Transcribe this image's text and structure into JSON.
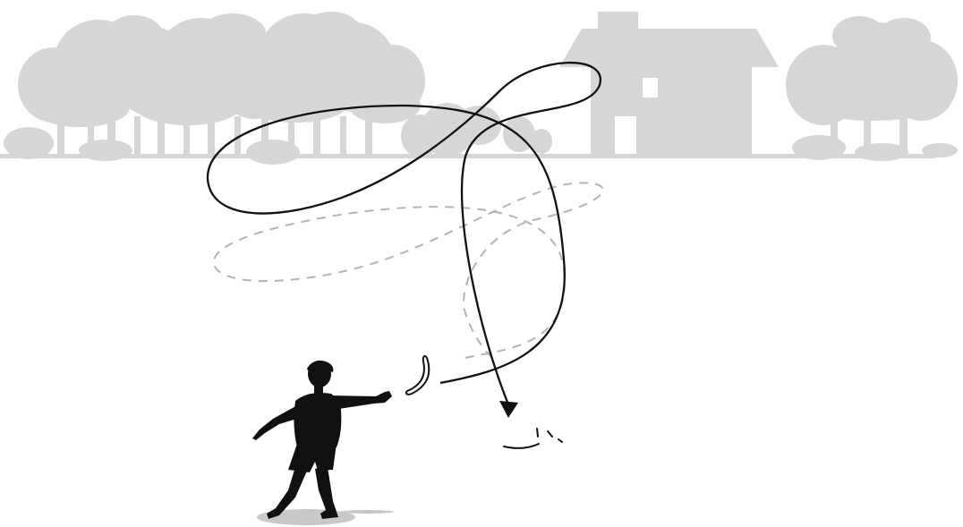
{
  "scene": {
    "subject": "boomerang-throw-illustration",
    "background_color": "#ffffff",
    "silhouette_color": "#d6d6d6",
    "ink_color": "#111111",
    "ground_shadow_color": "#c8c8c8",
    "dashed_path_color": "#b3b3b3",
    "icons": [
      "tree-silhouette",
      "house-silhouette",
      "boy-silhouette",
      "boomerang",
      "impact-marks",
      "arrowhead"
    ]
  }
}
